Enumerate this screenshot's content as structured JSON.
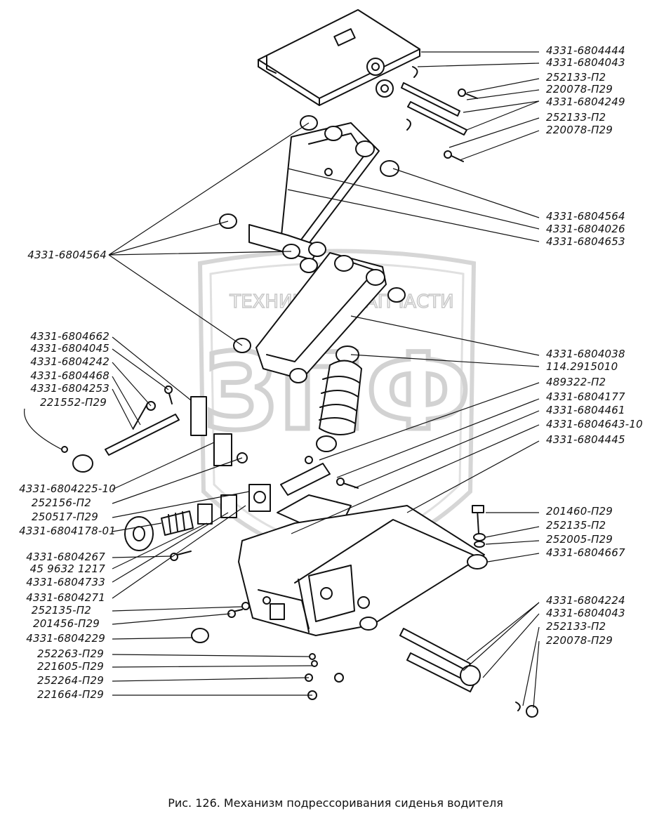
{
  "watermark": {
    "top_text_left": "ТЕХНИКА",
    "top_text_right": "ЗАПЧАСТИ",
    "logo_text": "ЗПФ"
  },
  "labels_right": [
    "4331-6804444",
    "4331-6804043",
    "252133-П2",
    "220078-П29",
    "4331-6804249",
    "252133-П2",
    "220078-П29",
    "4331-6804564",
    "4331-6804026",
    "4331-6804653",
    "4331-6804038",
    "114.2915010",
    "489322-П2",
    "4331-6804177",
    "4331-6804461",
    "4331-6804643-10",
    "4331-6804445",
    "201460-П29",
    "252135-П2",
    "252005-П29",
    "4331-6804667",
    "4331-6804224",
    "4331-6804043",
    "252133-П2",
    "220078-П29"
  ],
  "labels_left": [
    "4331-6804564",
    "4331-6804662",
    "4331-6804045",
    "4331-6804242",
    "4331-6804468",
    "4331-6804253",
    "221552-П29",
    "4331-6804225-10",
    "252156-П2",
    "250517-П29",
    "4331-6804178-01",
    "4331-6804267",
    "45 9632 1217",
    "4331-6804733",
    "4331-6804271",
    "252135-П2",
    "201456-П29",
    "4331-6804229",
    "252263-П29",
    "221605-П29",
    "252264-П29",
    "221664-П29"
  ],
  "caption": "Рис. 126. Механизм подрессоривания сиденья водителя"
}
